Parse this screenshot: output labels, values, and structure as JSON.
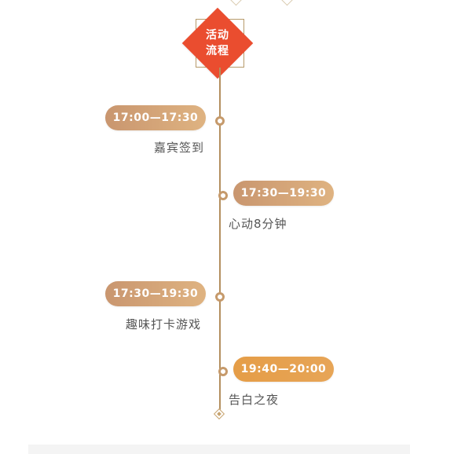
{
  "header": {
    "badge_text": "活动\n流程"
  },
  "timeline": {
    "events": [
      {
        "time": "17:00—17:30",
        "label": "嘉宾签到"
      },
      {
        "time": "17:30—19:30",
        "label": "心动8分钟"
      },
      {
        "time": "17:30—19:30",
        "label": "趣味打卡游戏"
      },
      {
        "time": "19:40—20:00",
        "label": "告白之夜"
      }
    ]
  },
  "colors": {
    "badge_red": "#ea4d2f",
    "timeline_line": "#b38f5f",
    "pill_gradient_start": "#c9966f",
    "pill_gradient_end": "#dfb381",
    "pill_last_start": "#e59d47",
    "pill_last_end": "#e7a557",
    "label_text": "#555555"
  }
}
